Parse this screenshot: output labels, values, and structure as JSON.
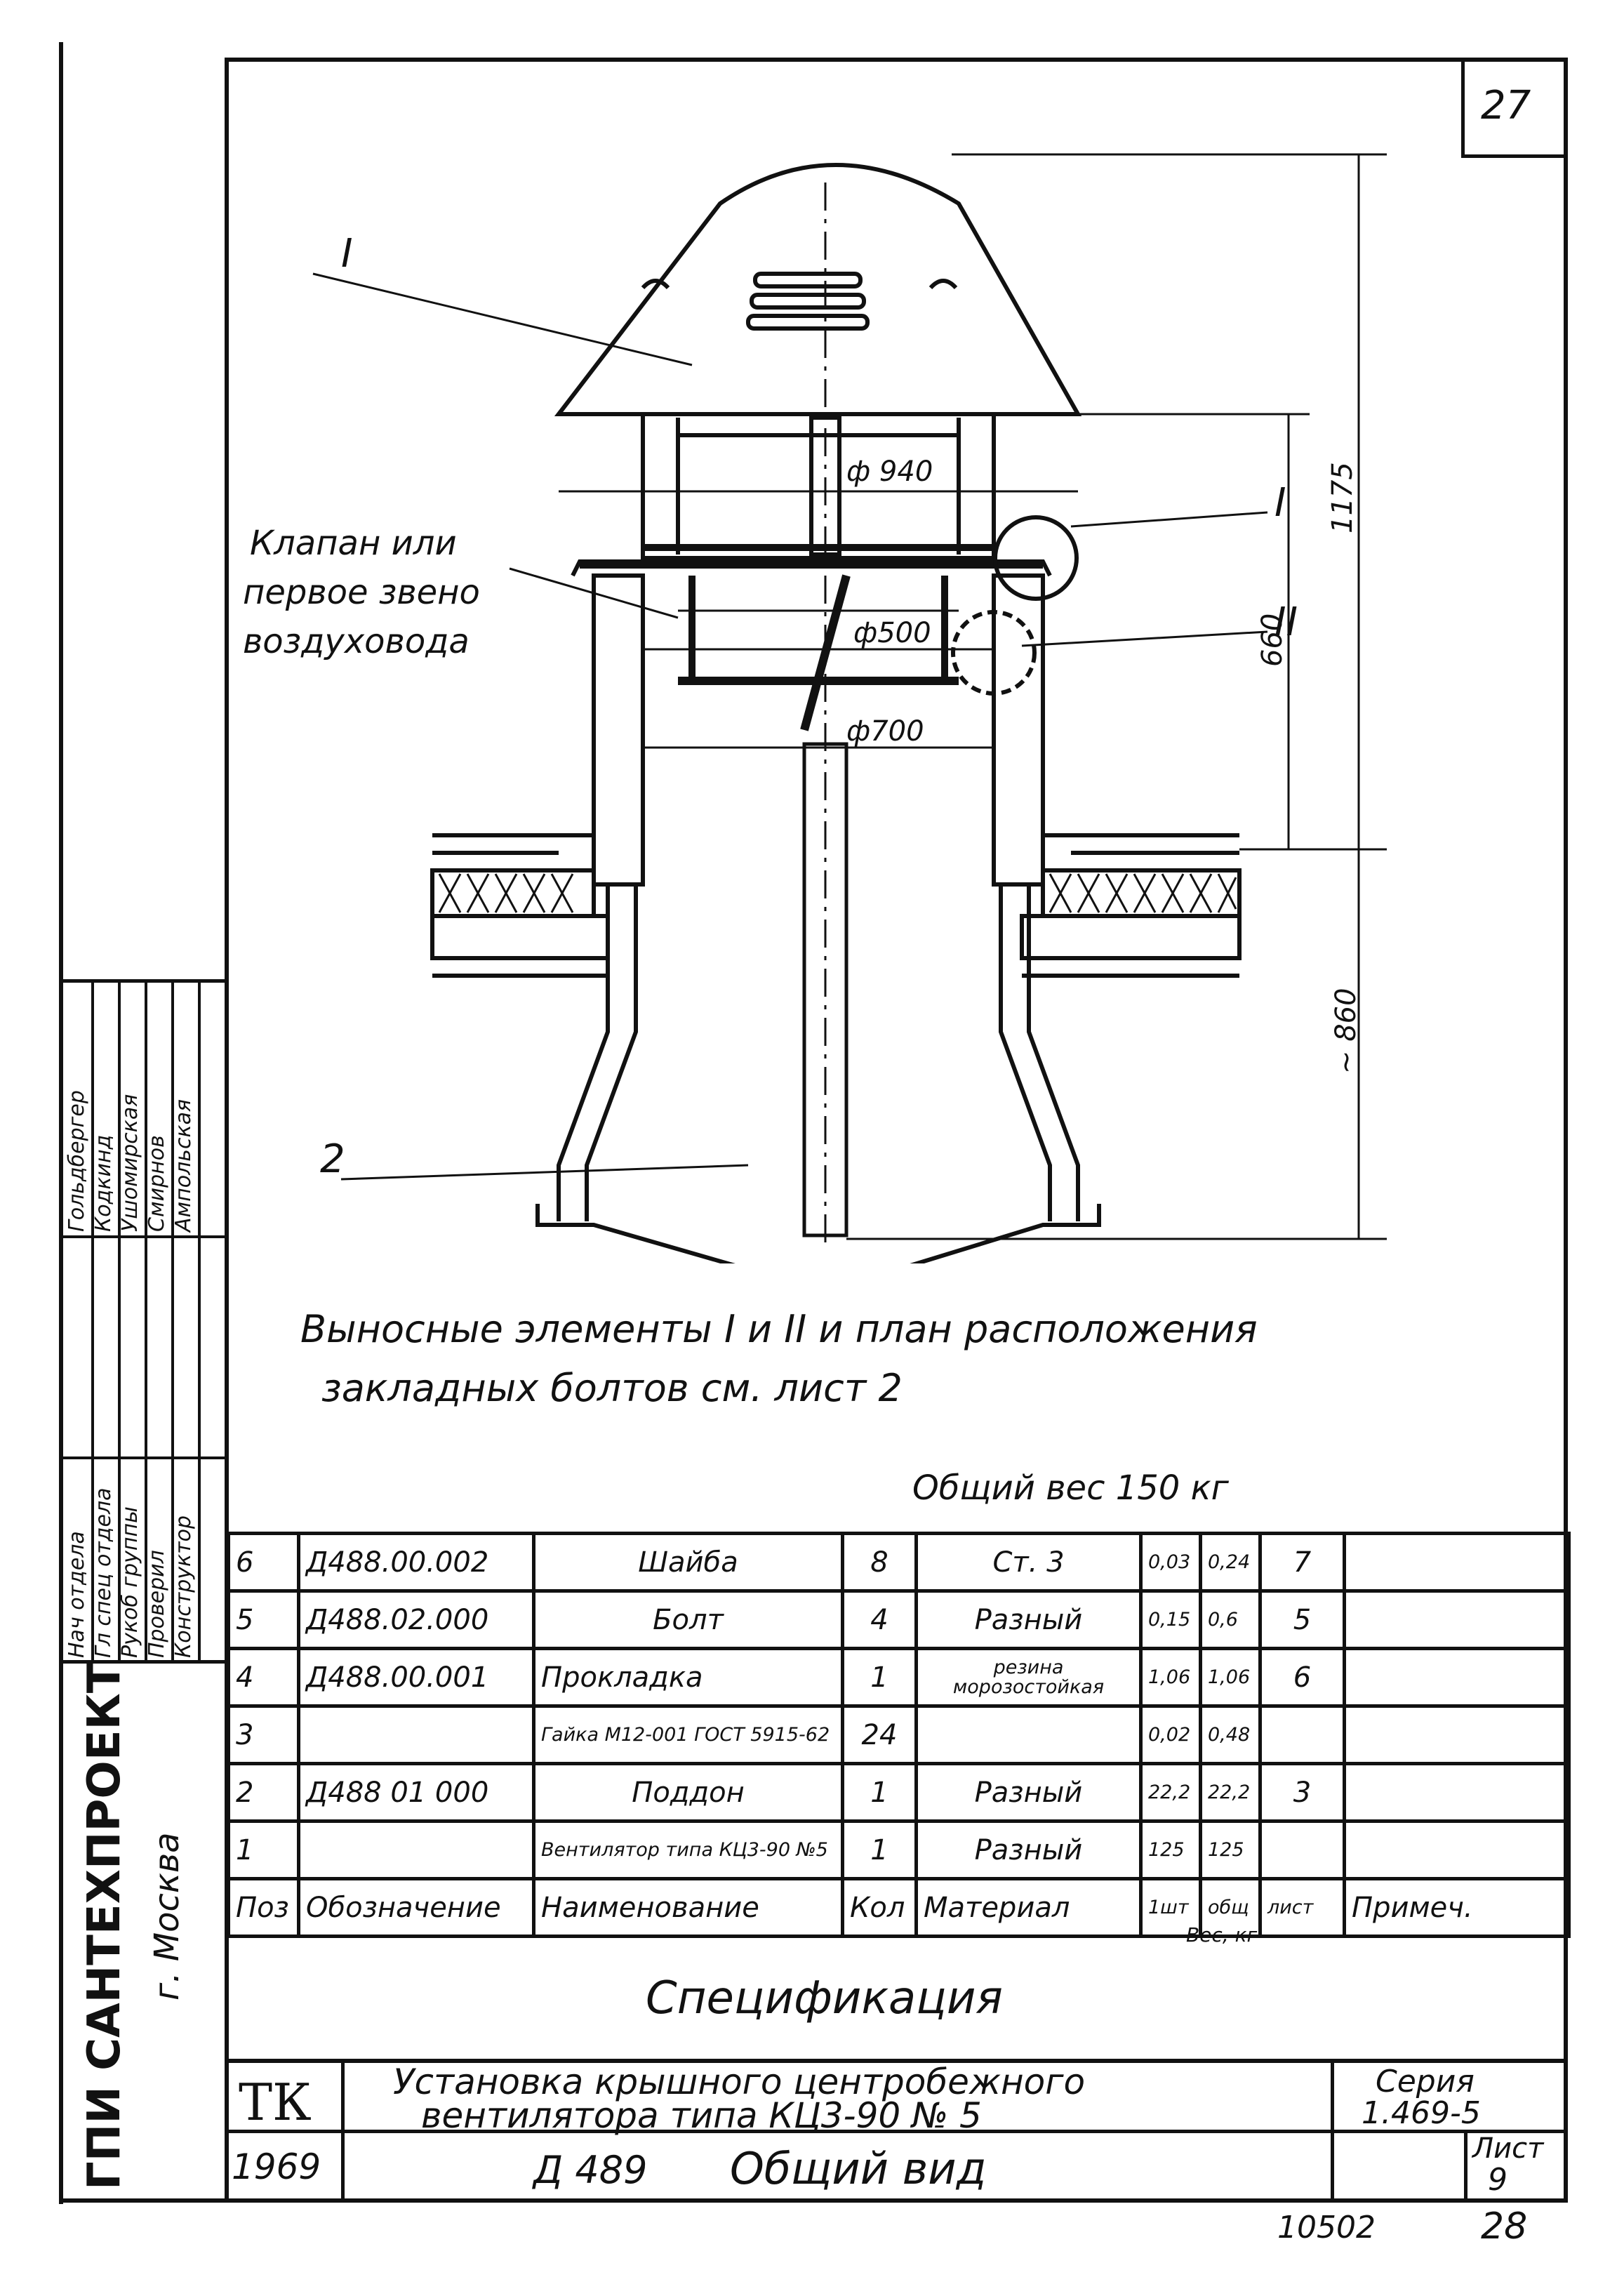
{
  "sheet": {
    "corner_number": "27",
    "bottom_left_number": "10502",
    "bottom_right_number": "28"
  },
  "drawing": {
    "callouts": [
      "I",
      "2",
      "I",
      "II"
    ],
    "valve_label_lines": [
      "Клапан или",
      "первое звено",
      "воздуховода"
    ],
    "dimensions": {
      "d940": "ф 940",
      "d500": "ф500",
      "d700": "ф700",
      "h1175": "1175",
      "h660": "660",
      "h860": "~ 860"
    }
  },
  "note": {
    "line1": "Выносные элементы I и II и план расположения",
    "line2": "закладных болтов см. лист 2"
  },
  "total_weight": "Общий вес 150 кг",
  "spec": {
    "headers": {
      "pos": "Поз",
      "designation": "Обозначение",
      "name": "Наименование",
      "qty": "Кол",
      "material": "Материал",
      "weight_unit": "1шт",
      "weight_total": "общ",
      "weight_label": "Вес, кг",
      "sheet": "лист",
      "note": "Примеч."
    },
    "rows": [
      {
        "pos": "6",
        "designation": "Д488.00.002",
        "name": "Шайба",
        "qty": "8",
        "material": "Ст. 3",
        "w1": "0,03",
        "w2": "0,24",
        "sheet": "7",
        "note": ""
      },
      {
        "pos": "5",
        "designation": "Д488.02.000",
        "name": "Болт",
        "qty": "4",
        "material": "Разный",
        "w1": "0,15",
        "w2": "0,6",
        "sheet": "5",
        "note": ""
      },
      {
        "pos": "4",
        "designation": "Д488.00.001",
        "name": "Прокладка",
        "qty": "1",
        "material": "резина морозостойкая",
        "w1": "1,06",
        "w2": "1,06",
        "sheet": "6",
        "note": ""
      },
      {
        "pos": "3",
        "designation": "",
        "name": "Гайка М12-001 ГОСТ 5915-62",
        "qty": "24",
        "material": "",
        "w1": "0,02",
        "w2": "0,48",
        "sheet": "",
        "note": ""
      },
      {
        "pos": "2",
        "designation": "Д488 01 000",
        "name": "Поддон",
        "qty": "1",
        "material": "Разный",
        "w1": "22,2",
        "w2": "22,2",
        "sheet": "3",
        "note": ""
      },
      {
        "pos": "1",
        "designation": "",
        "name": "Вентилятор типа КЦ3-90 №5",
        "qty": "1",
        "material": "Разный",
        "w1": "125",
        "w2": "125",
        "sheet": "",
        "note": ""
      }
    ],
    "title": "Спецификация"
  },
  "title_block": {
    "tk": "ТК",
    "title_line1": "Установка крышного центробежного",
    "title_line2": "вентилятора типа КЦ3-90 № 5",
    "series_label": "Серия",
    "series_value": "1.469-5",
    "year": "1969",
    "code": "Д 489",
    "view": "Общий вид",
    "sheet_label": "Лист",
    "sheet_value": "9"
  },
  "side_block": {
    "org": "ГПИ САНТЕХПРОЕКТ",
    "city": "г. Москва",
    "roles": [
      "Нач отдела",
      "Гл спец отдела",
      "Рукоб группы",
      "Проверил",
      "Конструктор"
    ],
    "names": [
      "Гольдбергер",
      "Кодкинд",
      "Ушомирская",
      "Смирнов",
      "Ампольская"
    ]
  }
}
